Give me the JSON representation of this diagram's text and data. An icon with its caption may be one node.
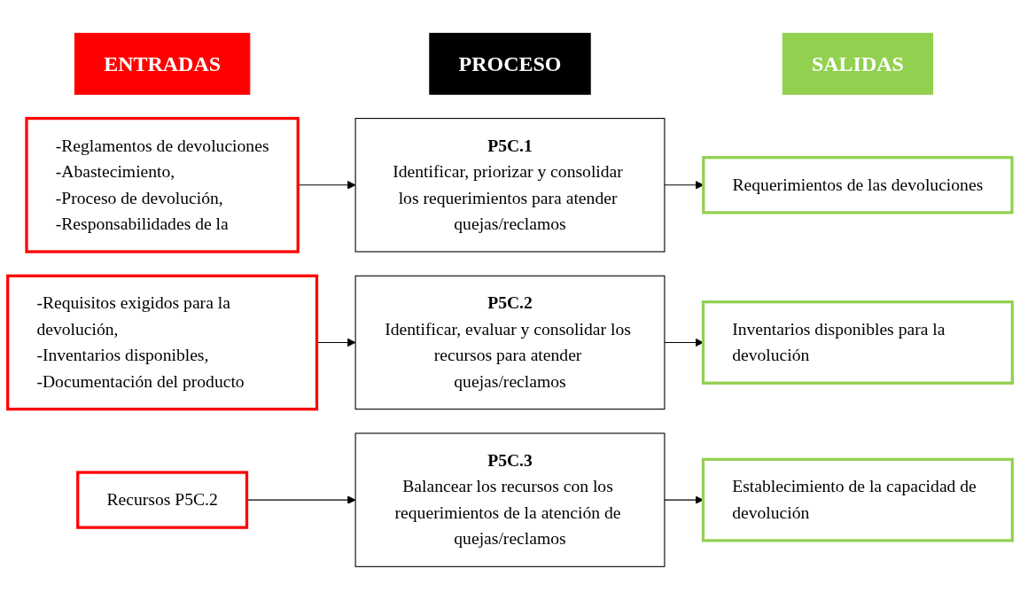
{
  "diagram": {
    "nodes": [
      {
        "text": [
          "ENTRADAS"
        ]
      },
      {
        "text": [
          "PROCESO"
        ]
      },
      {
        "text": [
          "SALIDAS"
        ]
      },
      {
        "text": [
          "-Reglamentos de devoluciones",
          "-Abastecimiento,",
          "-Proceso de devolución,",
          "-Responsabilidades de la"
        ]
      },
      {
        "text": [
          "P5C.1",
          "Identificar, priorizar y consolidar los requerimientos para atender quejas/reclamos"
        ]
      },
      {
        "text": [
          "Requerimientos de las devoluciones"
        ]
      },
      {
        "text": [
          "-Requisitos exigidos para la devolución,",
          "-Inventarios disponibles,",
          "-Documentación del producto"
        ]
      },
      {
        "text": [
          "P5C.2",
          "Identificar, evaluar y consolidar los recursos para atender quejas/reclamos"
        ]
      },
      {
        "text": [
          "Inventarios disponibles para la devolución"
        ]
      },
      {
        "text": [
          "Recursos P5C.2"
        ]
      },
      {
        "text": [
          "P5C.3",
          "Balancear los recursos con los requerimientos de la atención de quejas/reclamos"
        ]
      },
      {
        "text": [
          "Establecimiento de la capacidad de devolución"
        ]
      }
    ],
    "edges": [
      {
        "from": 3,
        "to": 4,
        "arrow": "to"
      },
      {
        "from": 4,
        "to": 5,
        "arrow": "to"
      },
      {
        "from": 6,
        "to": 7,
        "arrow": "to"
      },
      {
        "from": 7,
        "to": 8,
        "arrow": "to"
      },
      {
        "from": 9,
        "to": 10,
        "arrow": "to"
      },
      {
        "from": 10,
        "to": 11,
        "arrow": "to"
      }
    ]
  }
}
